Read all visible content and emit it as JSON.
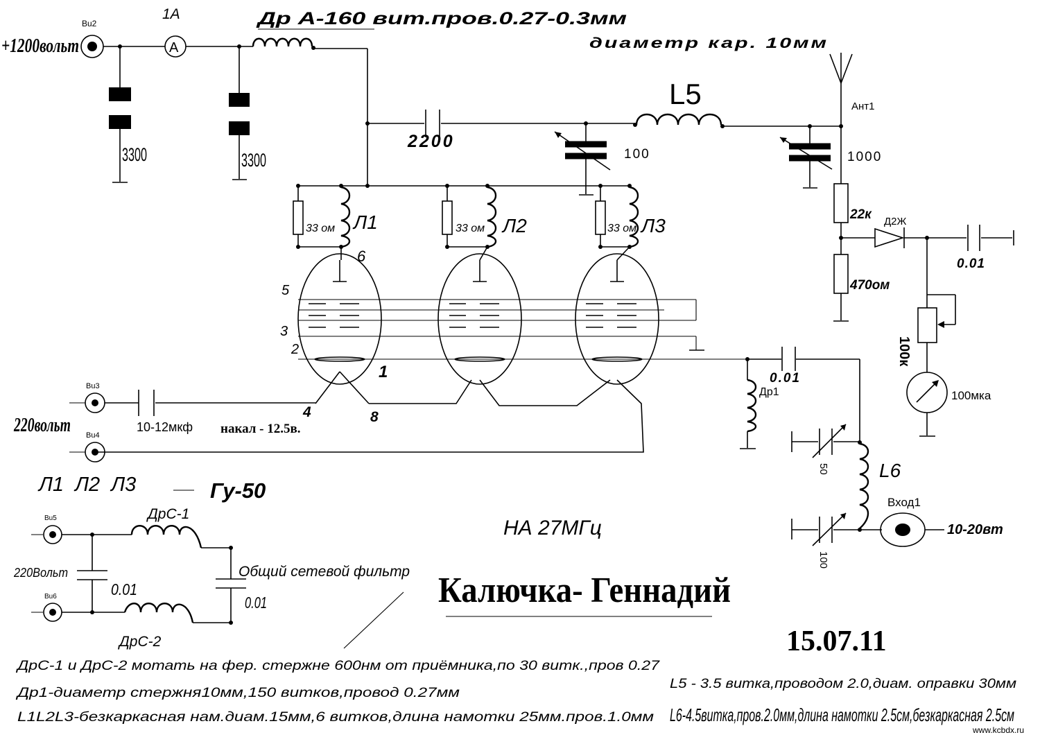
{
  "title": {
    "main": "Калючка- Геннадий",
    "freq": "НА 27МГц",
    "date": "15.07.11",
    "watermark": "www.kcbdx.ru"
  },
  "power": {
    "hv": "+1200вольт",
    "hv_conn": "Вu2",
    "ammeter": "1A",
    "ammeter_symbol": "A",
    "choke": "Др А-160 вит.пров.0.27-0.3мм",
    "c1": "3300",
    "c2": "3300"
  },
  "tank": {
    "coil_diam": "диаметр кар. 10мм",
    "l5": "L5",
    "c_coupling": "2200",
    "c_tune": "100",
    "c_load": "1000",
    "antenna": "Ант1"
  },
  "tubes": {
    "r1": "33 ом",
    "r2": "33 ом",
    "r3": "33 ом",
    "l1": "Л1",
    "l2": "Л2",
    "l3": "Л3",
    "pin6": "6",
    "pin5": "5",
    "pin3": "3",
    "pin2": "2",
    "pin1": "1",
    "pin4": "4",
    "pin8": "8",
    "tube_list": "Л1  Л2  Л3",
    "tube_type": "Гу-50"
  },
  "heater": {
    "v220": "220вольт",
    "conn3": "Вu3",
    "conn4": "Вu4",
    "cap": "10-12мкф",
    "filament": "накал - 12.5в."
  },
  "meter": {
    "r22k": "22к",
    "diode": "Д2Ж",
    "r470": "470ом",
    "c001": "0.01",
    "pot": "100к",
    "meter": "100мка"
  },
  "input": {
    "c_grid": "0.01",
    "dr1": "Др1",
    "l6": "L6",
    "c50": "50",
    "c100": "100",
    "input": "Вход1",
    "power": "10-20вт"
  },
  "filter": {
    "conn5": "Вu5",
    "conn6": "Вu6",
    "v220": "220Вольт",
    "drc1": "ДрС-1",
    "drc2": "ДрС-2",
    "c1": "0.01",
    "c2": "0.01",
    "label": "Общий сетевой фильтр"
  },
  "notes": [
    "ДрС-1 и ДрС-2 мотать на фер. стержне 600нм от приёмника,по 30 витк.,пров 0.27",
    "Др1-диаметр стержня10мм,150 витков,провод 0.27мм",
    "L1L2L3-безкаркасная нам.диам.15мм,6 витков,длина намотки 25мм.пров.1.0мм"
  ],
  "notes_right": [
    "L5 - 3.5 витка,проводом 2.0,диам. оправки 30мм",
    "L6-4.5витка,пров.2.0мм,длина намотки 2.5см,безкаркасная 2.5см"
  ]
}
